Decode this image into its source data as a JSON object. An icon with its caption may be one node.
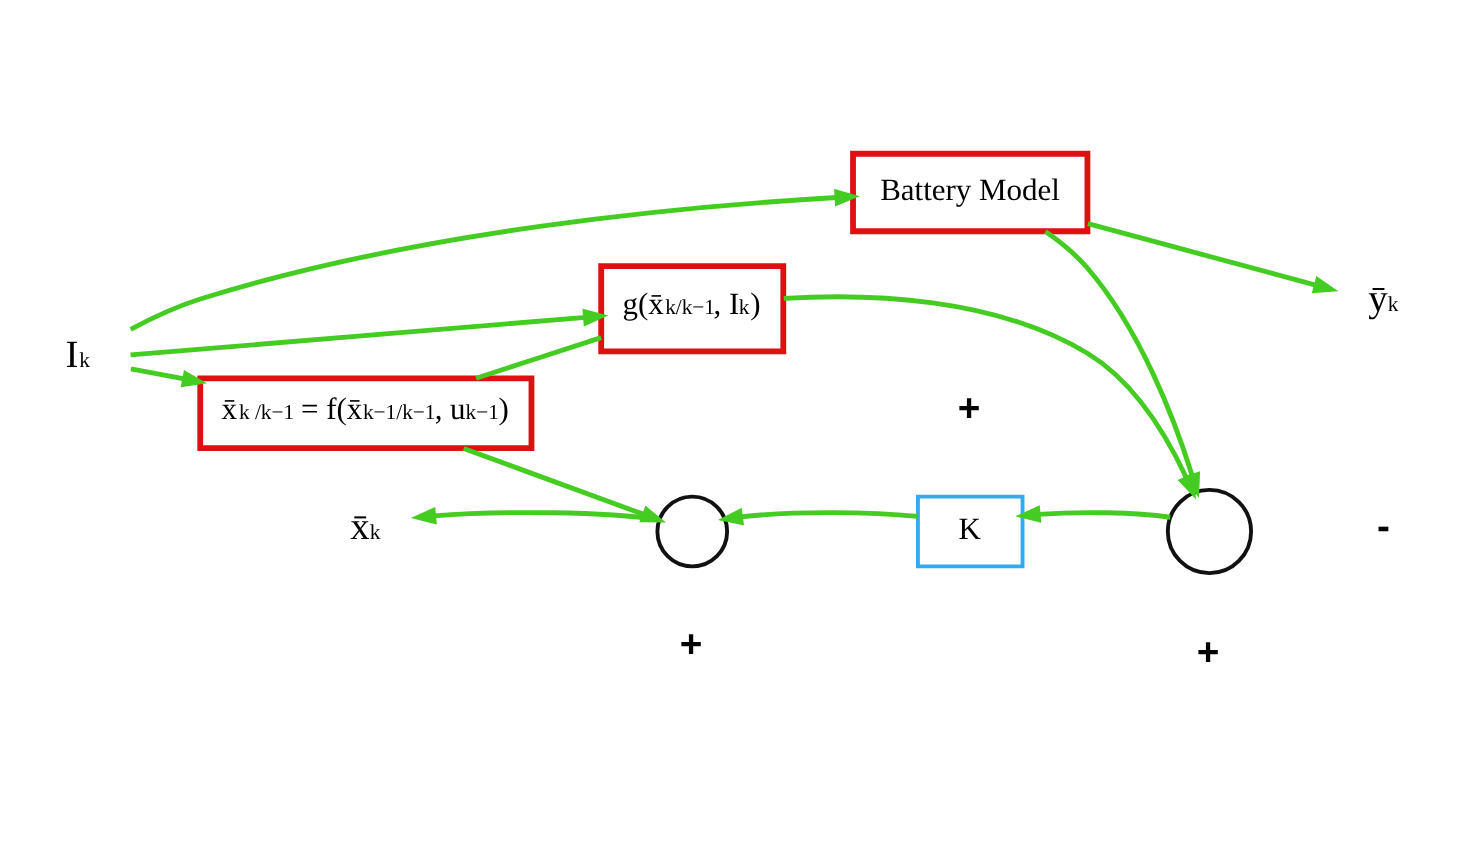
{
  "diagram": {
    "nodes": [
      {
        "text": [
          "I$_{k}$"
        ]
      },
      {
        "text": [
          "Battery Model"
        ]
      },
      {
        "text": [
          "ȳ$_{k}$"
        ]
      },
      {
        "text": [
          "x̄$_{k}$"
        ]
      },
      {
        "text": [],
        "shape": "circle"
      },
      {
        "text": [
          "K"
        ]
      },
      {
        "text": [],
        "shape": "circle"
      },
      {
        "text": [
          "x̄$_{k /k−1}$ = f(x̄$_{k−1/k−1}$, u$_{k−1}$)"
        ]
      },
      {
        "text": [
          "g(x̄$_{k/k−1}$, I$_{k}$)"
        ]
      }
    ],
    "edges": [
      {
        "from": 0,
        "to": 1,
        "arrow": "to"
      },
      {
        "from": 1,
        "to": 2,
        "arrow": "to"
      },
      {
        "from": 1,
        "to": 6,
        "arrow": "to"
      },
      {
        "from": 6,
        "to": 5,
        "arrow": "to"
      },
      {
        "from": 5,
        "to": 4,
        "arrow": "to"
      },
      {
        "from": 4,
        "to": 3,
        "arrow": "to"
      },
      {
        "from": 7,
        "to": 4,
        "arrow": "to"
      },
      {
        "from": 7,
        "to": 8,
        "arrow": "none"
      },
      {
        "from": 8,
        "to": 6,
        "arrow": "to"
      },
      {
        "from": 0,
        "to": 7,
        "arrow": "to"
      },
      {
        "from": 0,
        "to": 8,
        "arrow": "to"
      }
    ],
    "labels": [
      "+",
      "+",
      "+",
      "-"
    ]
  }
}
